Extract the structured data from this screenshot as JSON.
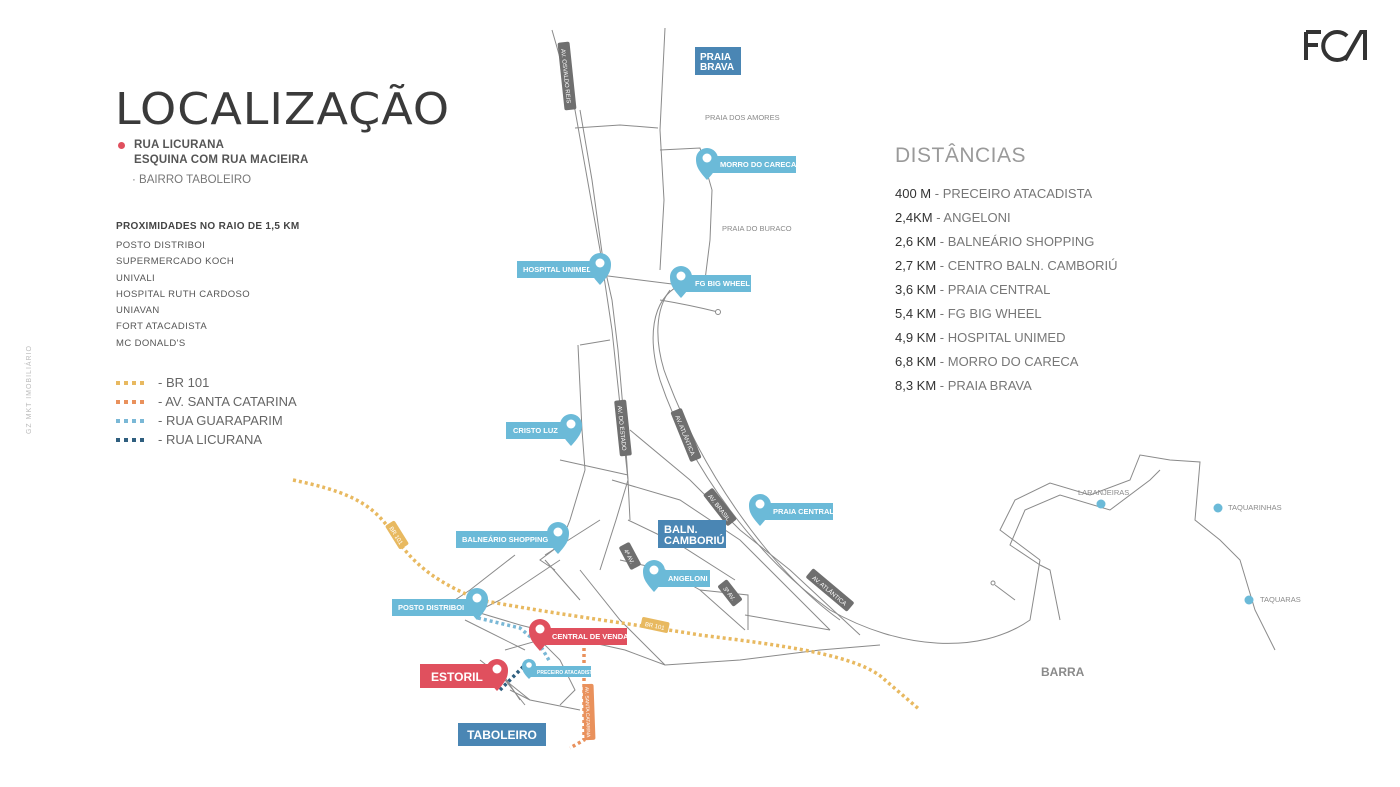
{
  "header": {
    "title": "LOCALIZAÇÃO",
    "address_line1": "RUA LICURANA",
    "address_line2": "ESQUINA COM RUA MACIEIRA",
    "neighborhood": "· BAIRRO TABOLEIRO",
    "logo": "FCA"
  },
  "proximities": {
    "title": "PROXIMIDADES NO RAIO DE 1,5 KM",
    "items": [
      "POSTO DISTRIBOI",
      "SUPERMERCADO KOCH",
      "UNIVALI",
      "HOSPITAL RUTH CARDOSO",
      "UNIAVAN",
      "FORT ATACADISTA",
      "MC DONALD'S"
    ]
  },
  "legend": [
    {
      "label": "- BR 101",
      "color": "#e8b960"
    },
    {
      "label": "- AV. SANTA CATARINA",
      "color": "#e9915c"
    },
    {
      "label": "- RUA GUARAPARIM",
      "color": "#7ab8d6"
    },
    {
      "label": "- RUA LICURANA",
      "color": "#2f5f7f"
    }
  ],
  "side_text": "GZ MKT IMOBILIÁRIO",
  "distances": {
    "title": "DISTÂNCIAS",
    "items": [
      {
        "km": "400 M",
        "place": " - PRECEIRO ATACADISTA"
      },
      {
        "km": "2,4KM",
        "place": " - ANGELONI"
      },
      {
        "km": "2,6 KM",
        "place": " - BALNEÁRIO SHOPPING"
      },
      {
        "km": "2,7 KM",
        "place": " - CENTRO BALN. CAMBORIÚ"
      },
      {
        "km": "3,6 KM",
        "place": " - PRAIA CENTRAL"
      },
      {
        "km": "5,4 KM",
        "place": " - FG BIG WHEEL"
      },
      {
        "km": "4,9 KM",
        "place": " - HOSPITAL UNIMED"
      },
      {
        "km": "6,8 KM",
        "place": " - MORRO DO CARECA"
      },
      {
        "km": "8,3 KM",
        "place": " - PRAIA BRAVA"
      }
    ]
  },
  "map": {
    "colors": {
      "pin_blue": "#6bbad8",
      "pin_red": "#e0505e",
      "district_blue": "#4a86b4",
      "road_label": "#6f6f6f"
    },
    "pins": {
      "morro": "MORRO DO CARECA",
      "unimed": "HOSPITAL UNIMED",
      "fg": "FG BIG WHEEL",
      "cristo": "CRISTO LUZ",
      "praia_central": "PRAIA CENTRAL",
      "shopping": "BALNEÁRIO SHOPPING",
      "angeloni": "ANGELONI",
      "posto": "POSTO DISTRIBOI",
      "vendas": "CENTRAL DE VENDAS",
      "preceiro": "PRECEIRO ATACADISTA",
      "estoril": "ESTORIL"
    },
    "districts": {
      "praia_brava_1": "PRAIA",
      "praia_brava_2": "BRAVA",
      "balneario_1": "BALN.",
      "balneario_2": "CAMBORIÚ",
      "taboleiro": "TABOLEIRO",
      "barra": "BARRA"
    },
    "places": {
      "amores": "PRAIA DOS AMORES",
      "buraco": "PRAIA DO BURACO",
      "laranjeiras": "LARANJEIRAS",
      "taquarinhas": "TAQUARINHAS",
      "taquaras": "TAQUARAS"
    },
    "roads": {
      "osvaldo": "AV. OSVALDO REIS",
      "estado": "AV. DO ESTADO",
      "atlantica1": "AV. ATLÂNTICA",
      "atlantica2": "AV. ATLÂNTICA",
      "brasil": "AV. BRASIL",
      "quarta": "4ª AV.",
      "terceira": "3ª AV.",
      "br1": "BR 101",
      "br2": "BR 101",
      "santa_catarina": "AV. SANTA CATARINA"
    }
  }
}
